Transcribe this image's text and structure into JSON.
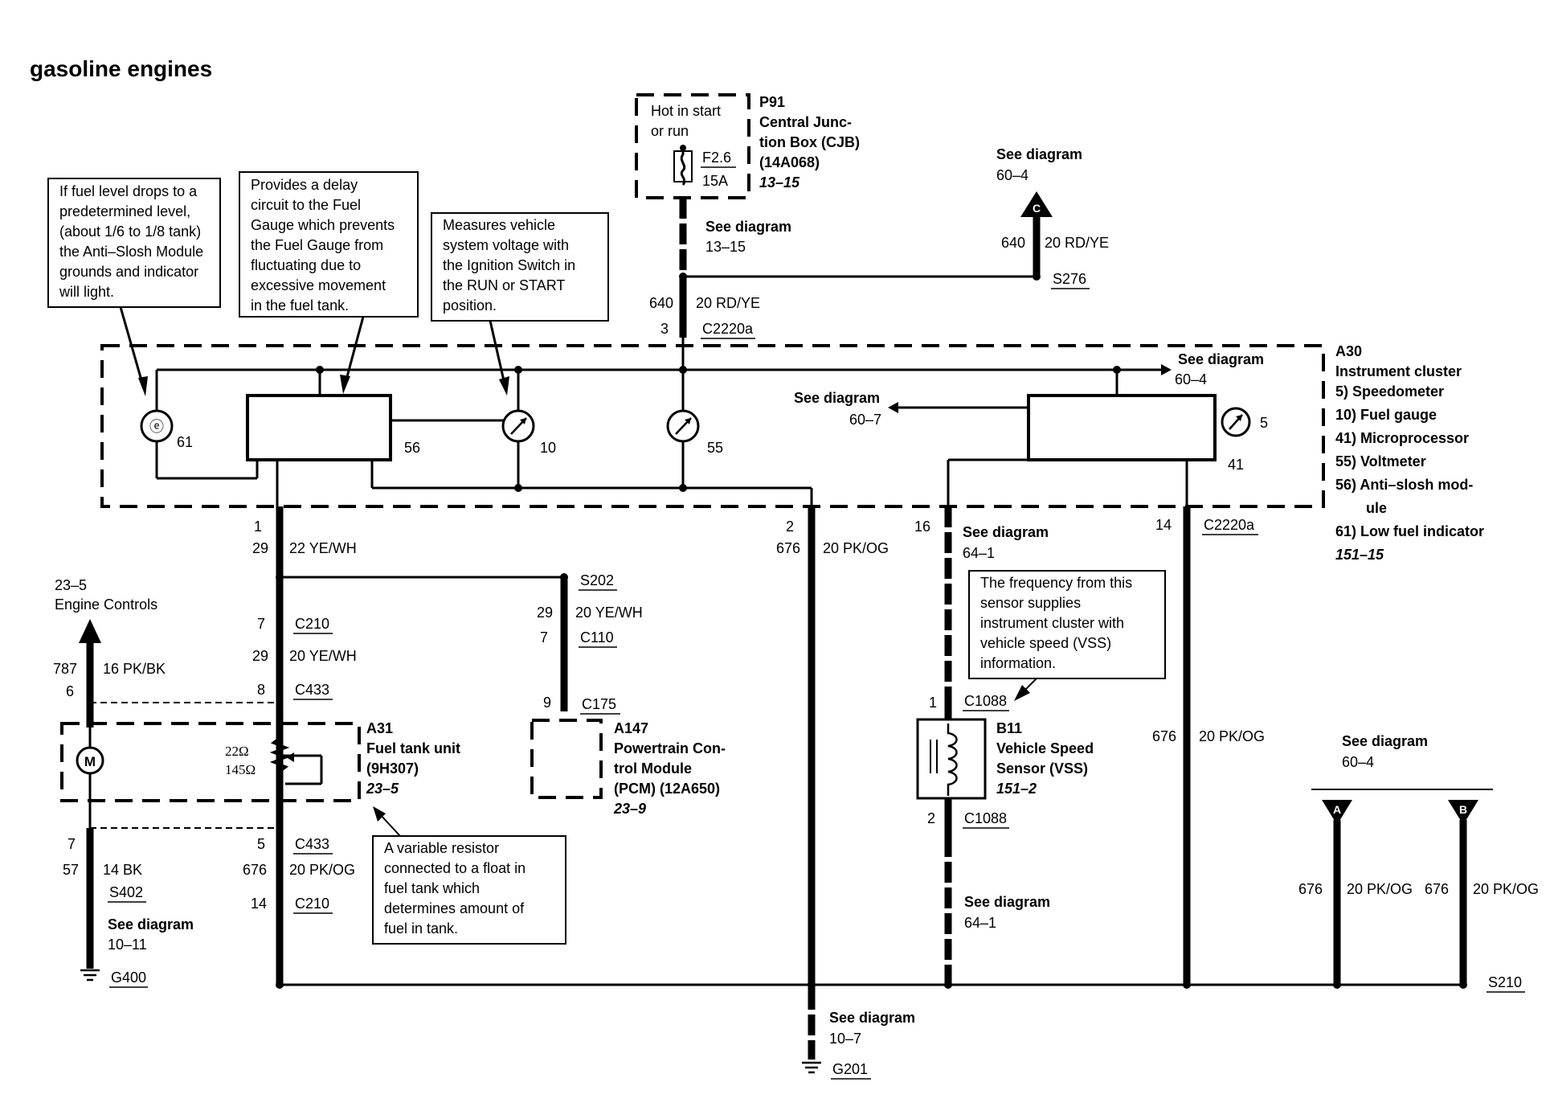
{
  "title": "gasoline engines",
  "notes": {
    "low_fuel": [
      "If fuel level drops to a",
      "predetermined level,",
      "(about 1/6 to 1/8 tank)",
      "the Anti–Slosh Module",
      "grounds and indicator",
      "will light."
    ],
    "delay": [
      "Provides a delay",
      "circuit to the Fuel",
      "Gauge which prevents",
      "the Fuel Gauge from",
      "fluctuating due to",
      "excessive movement",
      "in the fuel tank."
    ],
    "voltage": [
      "Measures vehicle",
      "system voltage with",
      "the Ignition Switch in",
      "the RUN or START",
      "position."
    ],
    "vss": [
      "The frequency from this",
      "sensor supplies",
      "instrument cluster with",
      "vehicle speed (VSS)",
      "information."
    ],
    "resistor": [
      "A variable resistor",
      "connected to a float in",
      "fuel tank which",
      "determines amount of",
      "fuel in tank."
    ]
  },
  "fuse_box": {
    "hot": [
      "Hot in start",
      "or run"
    ],
    "fuse": "F2.6",
    "amps": "15A",
    "title": [
      "P91",
      "Central Junc-",
      "tion Box (CJB)",
      "(14A068)"
    ],
    "ref": "13–15"
  },
  "cluster": {
    "title": [
      "A30",
      "Instrument cluster"
    ],
    "items": [
      "5)   Speedometer",
      "10) Fuel gauge",
      "41) Microprocessor",
      "55) Voltmeter",
      "56) Anti–slosh mod-",
      "ule",
      "61) Low fuel indicator"
    ],
    "ref": "151–15"
  },
  "fuel_tank": {
    "title": [
      "A31",
      "Fuel tank unit",
      "(9H307)"
    ],
    "ref": "23–5",
    "r1": "22Ω",
    "r2": "145Ω",
    "motor": "M"
  },
  "pcm": {
    "title": [
      "A147",
      "Powertrain Con-",
      "trol Module",
      "(PCM) (12A650)"
    ],
    "ref": "23–9"
  },
  "vss_sensor": {
    "title": [
      "B11",
      "Vehicle Speed",
      "Sensor (VSS)"
    ],
    "ref": "151–2"
  },
  "connectors": {
    "A": "A",
    "B": "B",
    "C": "C"
  },
  "labels": {
    "see_diagram": "See diagram",
    "d13_15": "13–15",
    "d60_4": "60–4",
    "d60_7": "60–7",
    "d64_1": "64–1",
    "d10_11": "10–11",
    "d10_7": "10–7",
    "d23_5": "23–5",
    "engine_controls": "Engine Controls",
    "n640": "640",
    "rdye": "20 RD/YE",
    "s276": "S276",
    "n3": "3",
    "c2220a": "C2220a",
    "n61": "61",
    "n56": "56",
    "n10": "10",
    "n55": "55",
    "n5": "5",
    "n41": "41",
    "n1": "1",
    "n29": "29",
    "yewh22": "22 YE/WH",
    "n2": "2",
    "n676": "676",
    "pkog": "20 PK/OG",
    "n16": "16",
    "n14": "14",
    "s202": "S202",
    "yewh20": "20 YE/WH",
    "n7": "7",
    "c110": "C110",
    "c210": "C210",
    "n787": "787",
    "pkbk": "16 PK/BK",
    "n6": "6",
    "n8": "8",
    "c433": "C433",
    "n9": "9",
    "c175": "C175",
    "c1088": "C1088",
    "n57": "57",
    "bk14": "14 BK",
    "s402": "S402",
    "g400": "G400",
    "s210": "S210",
    "g201": "G201"
  }
}
